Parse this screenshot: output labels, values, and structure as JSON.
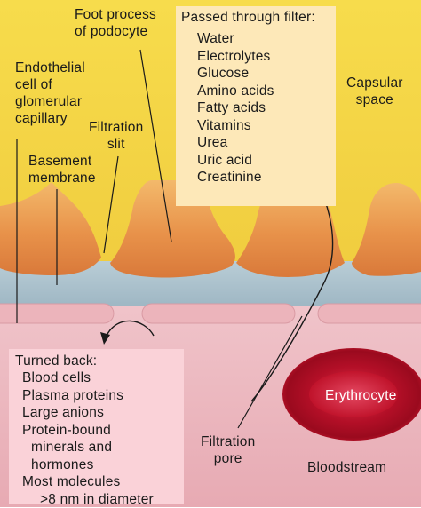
{
  "labels": {
    "foot_process": "Foot process\nof podocyte",
    "endothelial": "Endothelial\ncell of\nglomerular\ncapillary",
    "filtration_slit": "Filtration\nslit",
    "basement_membrane": "Basement\nmembrane",
    "capsular_space": "Capsular\nspace",
    "erythrocyte": "Erythrocyte",
    "filtration_pore": "Filtration\npore",
    "bloodstream": "Bloodstream"
  },
  "passed_filter": {
    "title": "Passed through filter:",
    "items": [
      "Water",
      "Electrolytes",
      "Glucose",
      "Amino acids",
      "Fatty acids",
      "Vitamins",
      "Urea",
      "Uric acid",
      "Creatinine"
    ]
  },
  "turned_back": {
    "title": "Turned back:",
    "items": [
      "Blood cells",
      "Plasma proteins",
      "Large anions",
      "Protein-bound",
      "minerals and",
      "hormones",
      "Most molecules",
      ">8 nm in diameter"
    ]
  },
  "colors": {
    "capsular_space": "#f5d84a",
    "podocyte": "#e7934a",
    "basement_membrane": "#a8bfcc",
    "endothelium": "#ecb4bb",
    "bloodstream": "#f3c9cf",
    "erythrocyte": "#c4142c",
    "passed_box": "#fde8b8",
    "turned_back_box": "#fad2d8"
  }
}
